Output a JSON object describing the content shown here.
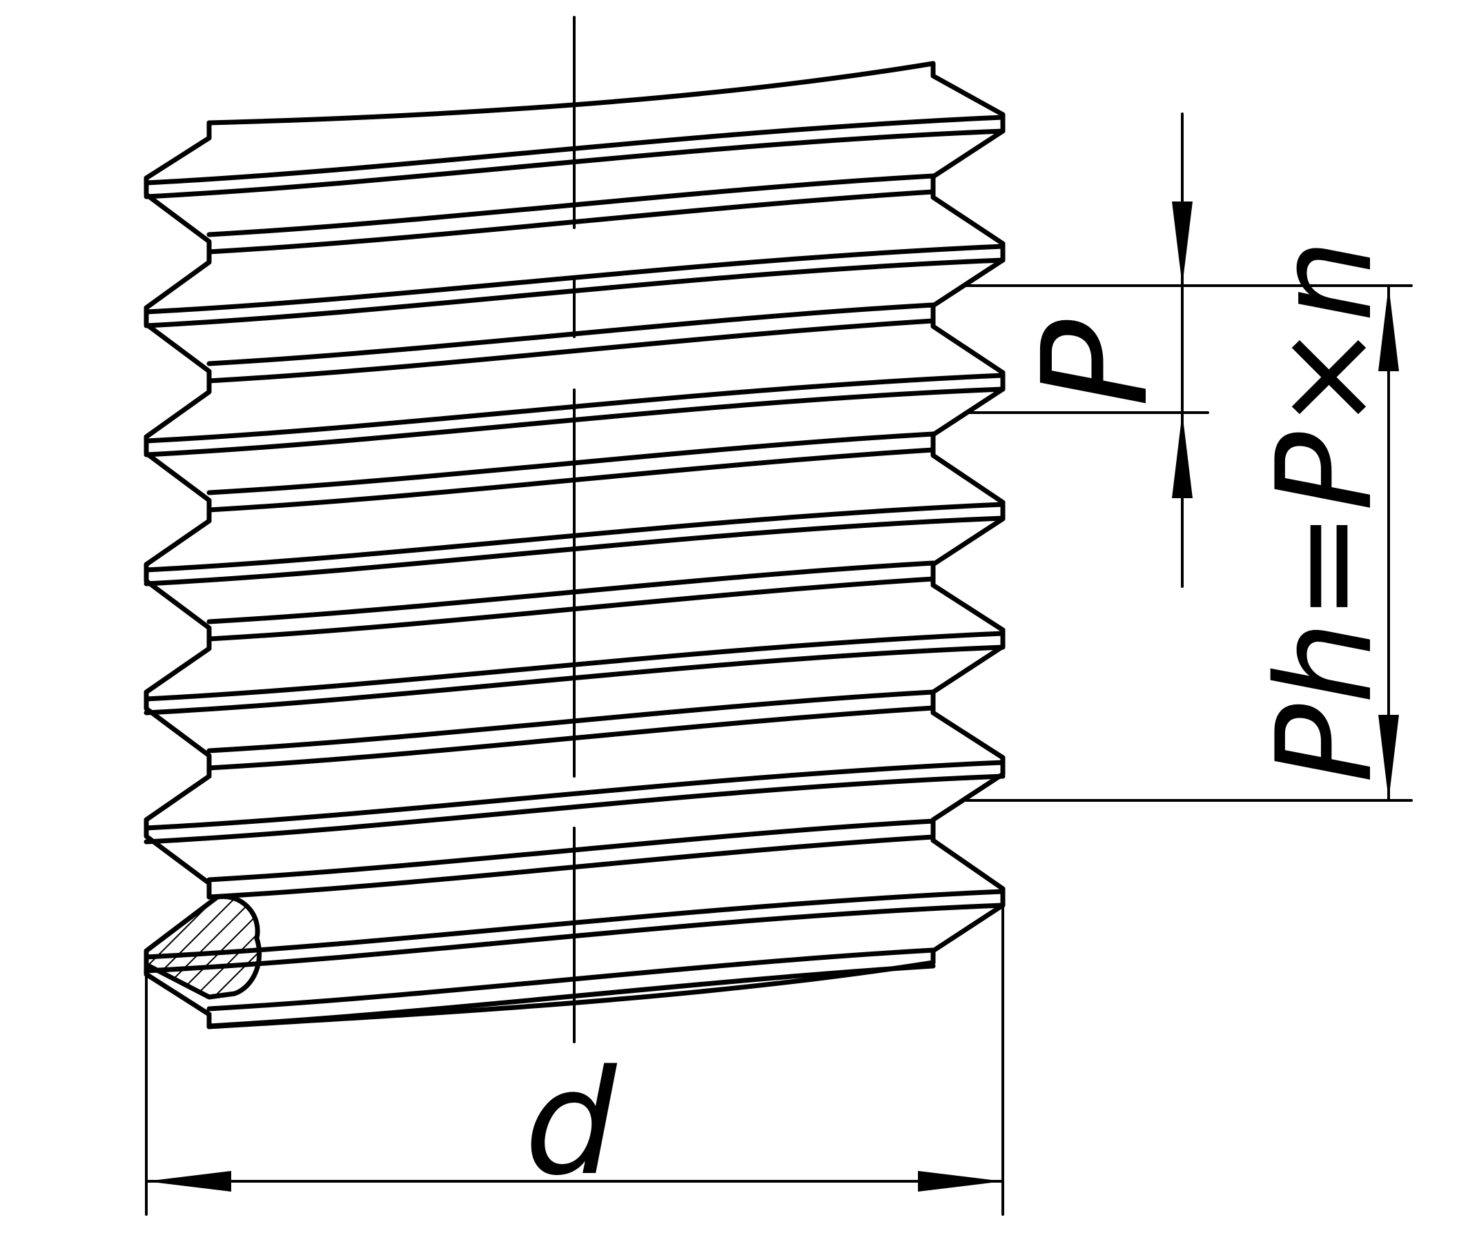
{
  "labels": {
    "diameter": "d",
    "pitch": "P",
    "lead": "Ph=P×n"
  },
  "colors": {
    "stroke": "#000000",
    "background": "#ffffff"
  }
}
